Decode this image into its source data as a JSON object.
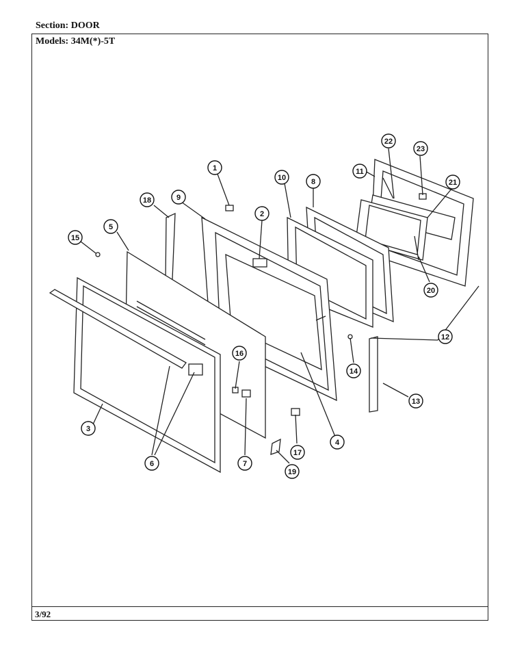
{
  "header": {
    "section_label": "Section:",
    "section_value": "DOOR",
    "models_label": "Models:",
    "models_value": "34M(*)-5T"
  },
  "footer": {
    "date": "3/92"
  },
  "callouts": [
    "1",
    "2",
    "3",
    "4",
    "5",
    "6",
    "7",
    "8",
    "9",
    "10",
    "11",
    "12",
    "13",
    "14",
    "15",
    "16",
    "17",
    "18",
    "19",
    "20",
    "21",
    "22",
    "23"
  ]
}
